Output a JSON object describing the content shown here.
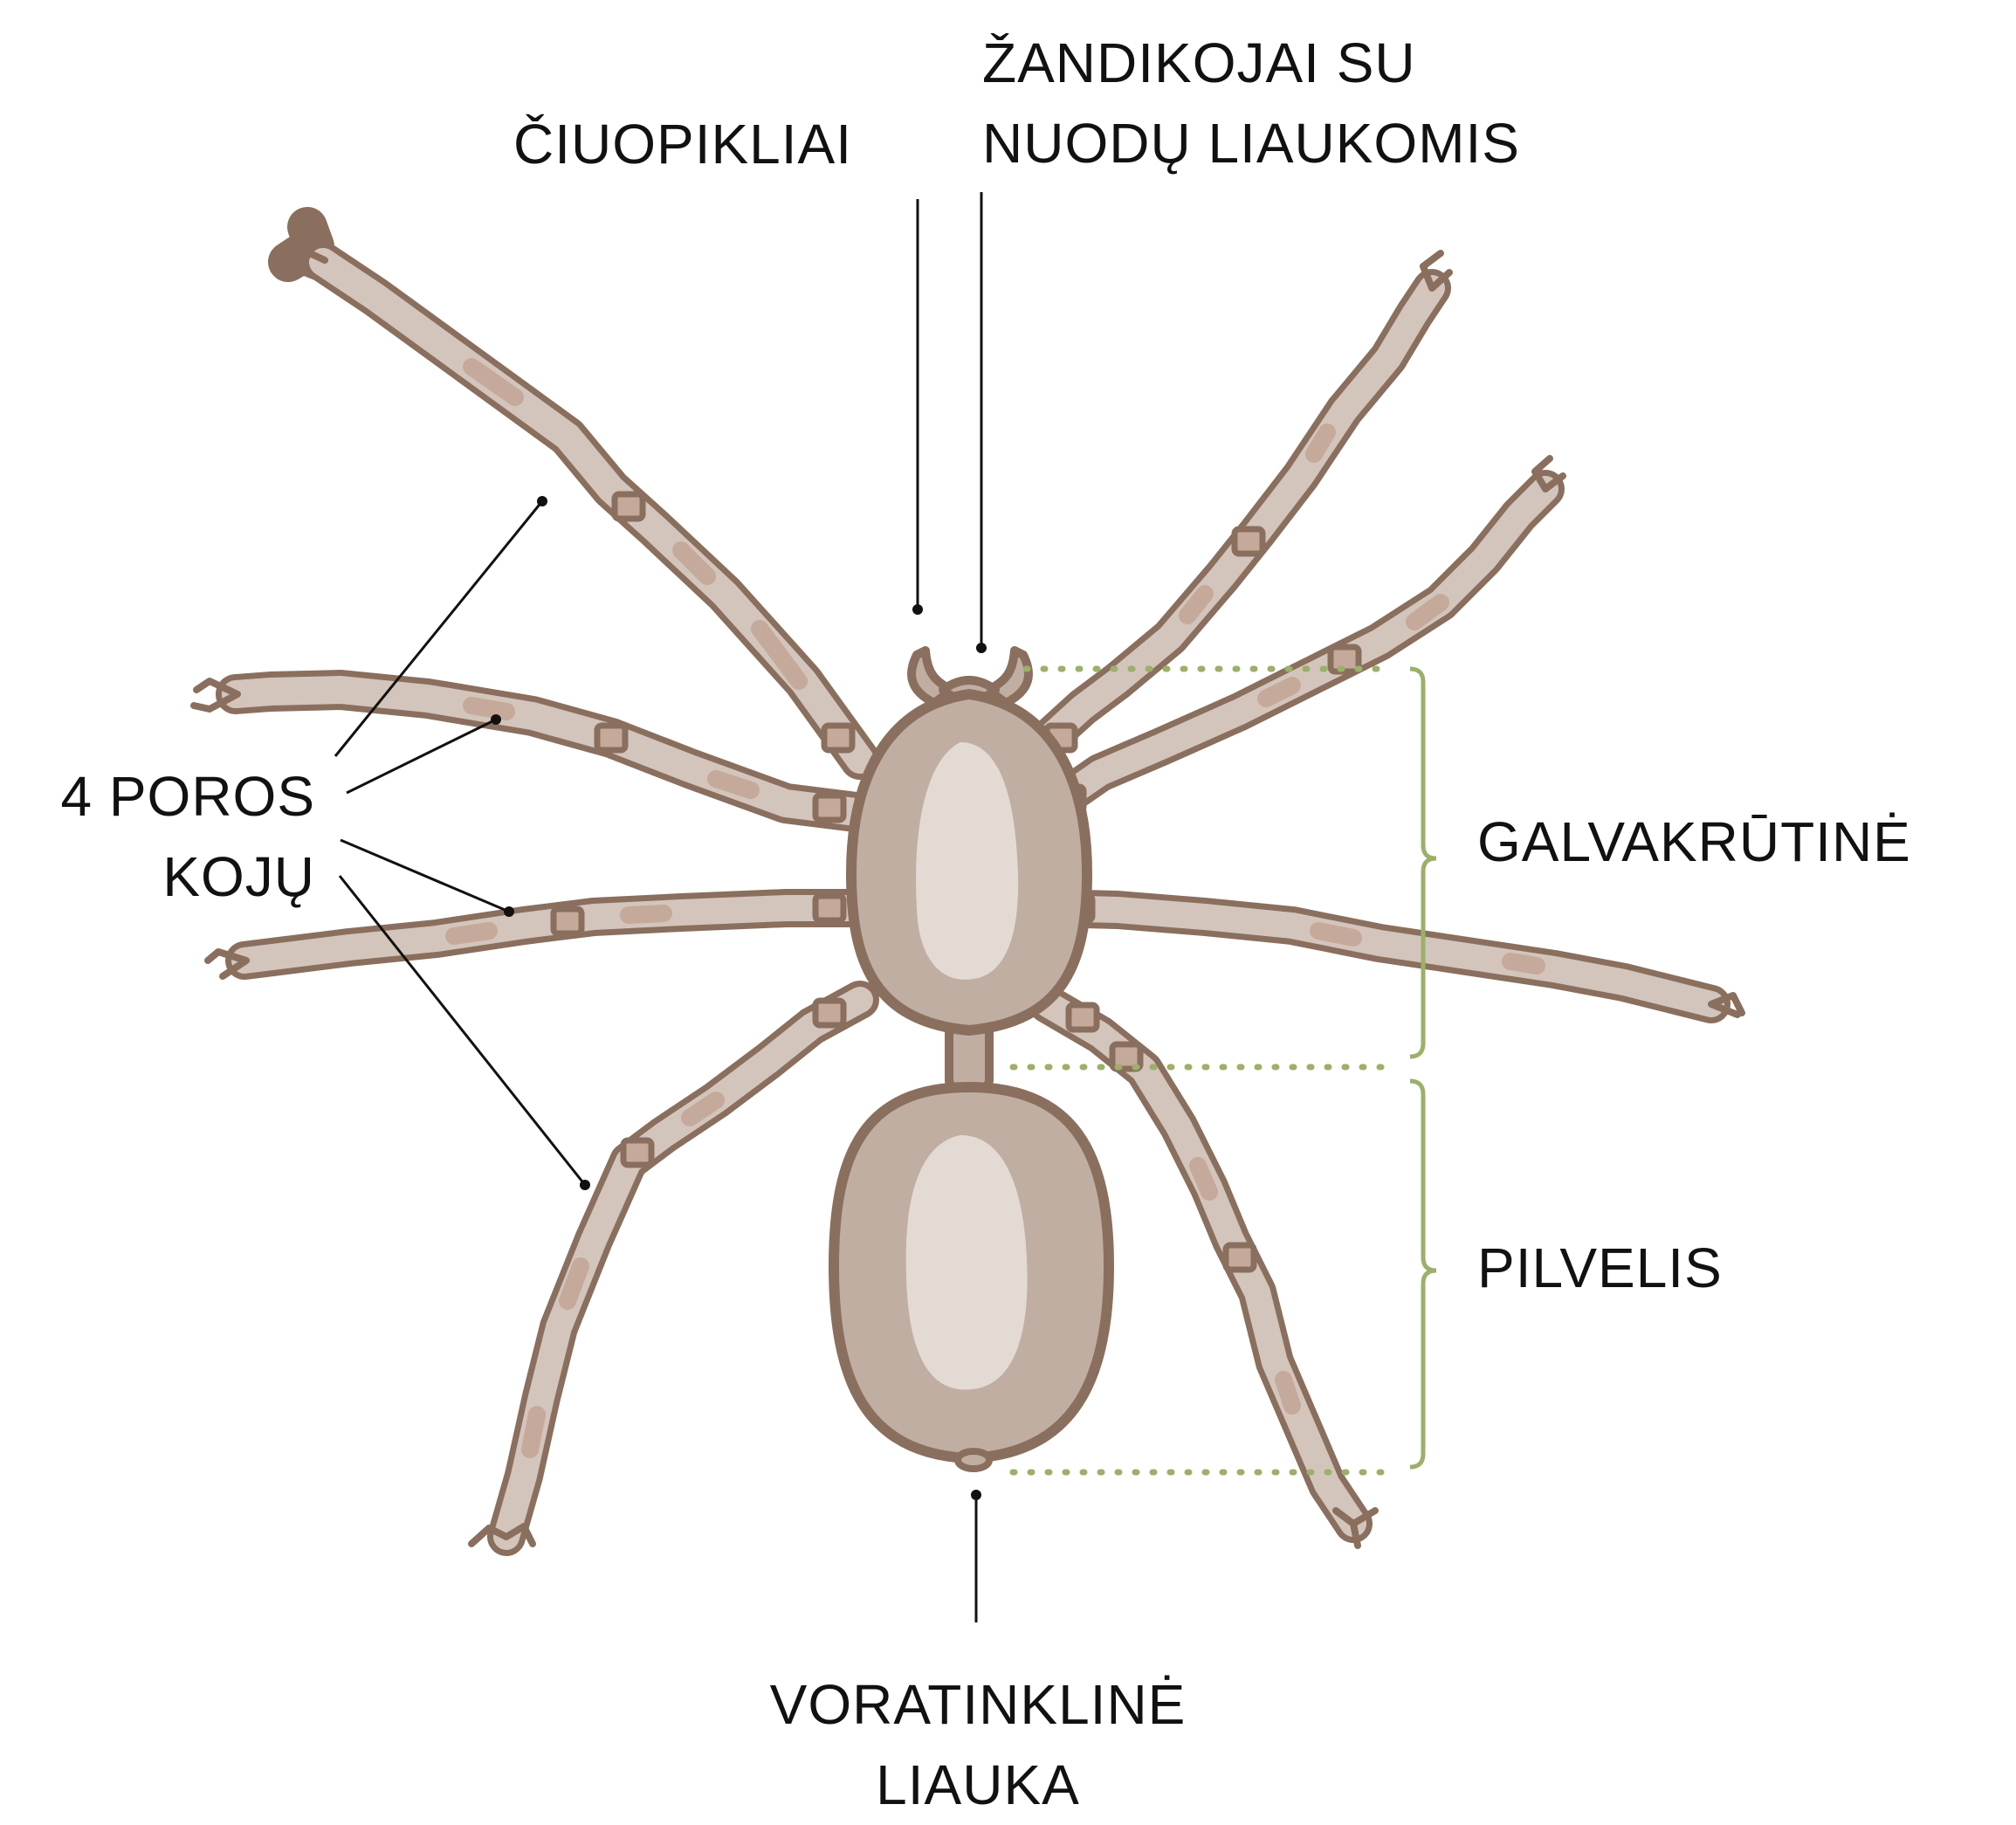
{
  "labels": {
    "pedipalps": "ČIUOPIKLIAI",
    "chelicerae": [
      "ŽANDIKOJAI SU",
      "NUODŲ LIAUKOMIS"
    ],
    "legs": [
      "4 POROS",
      "KOJŲ"
    ],
    "cephalothorax": "GALVAKRŪTINĖ",
    "abdomen": "PILVELIS",
    "spinneret": [
      "VORATINKLINĖ",
      "LIAUKA"
    ]
  },
  "colors": {
    "outline": "#8a6f5e",
    "leg_fill": "#d3c5bc",
    "leg_shade": "#c5a99a",
    "body_fill": "#c1aea2",
    "body_highlight": "#e3dad4",
    "bracket": "#9bb06a",
    "leader_line": "#111111"
  }
}
